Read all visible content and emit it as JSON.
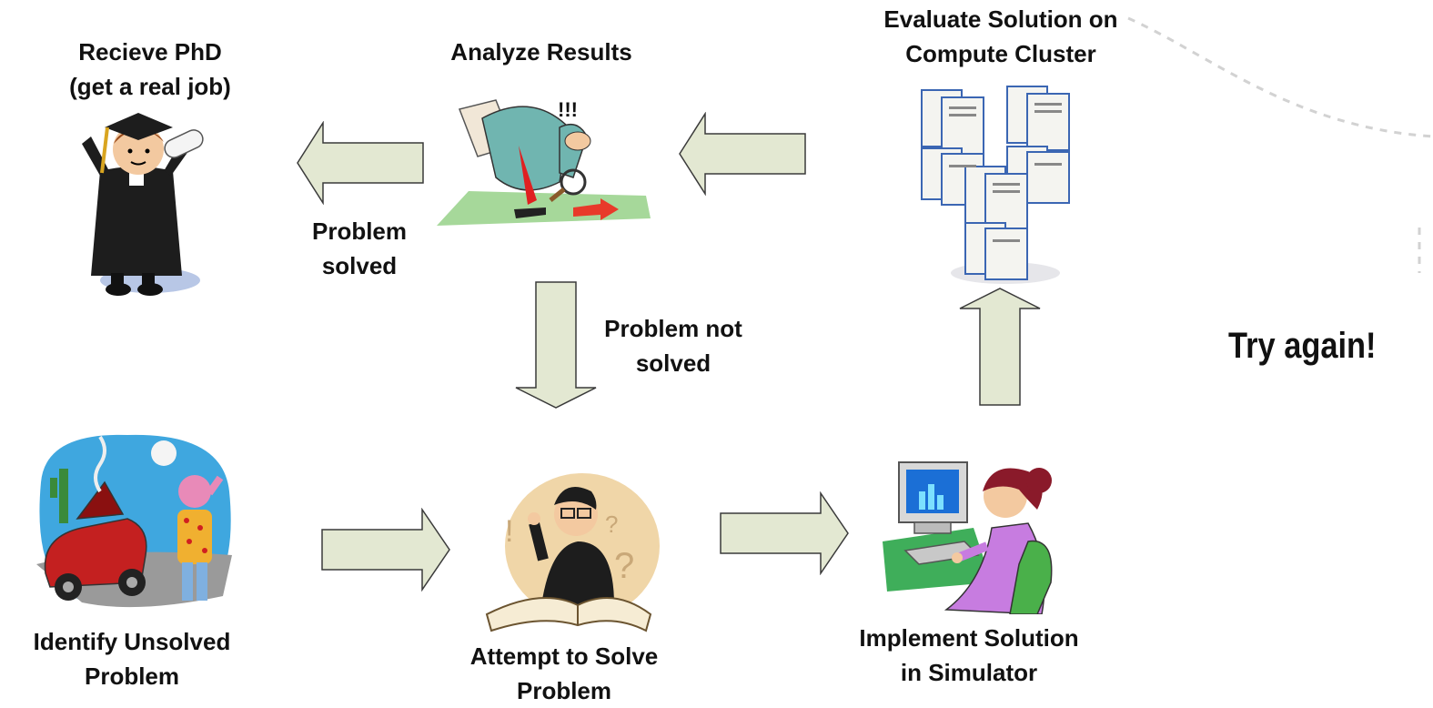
{
  "colors": {
    "arrow_fill": "#e3e8d2",
    "arrow_stroke": "#3a3a3a",
    "text": "#111111"
  },
  "nodes": {
    "receive_phd": {
      "line1": "Recieve PhD",
      "line2": "(get a real job)",
      "icon": "graduate-icon"
    },
    "analyze": {
      "line1": "Analyze Results",
      "icon": "magnifier-inspector-icon"
    },
    "evaluate": {
      "line1": "Evaluate Solution on",
      "line2": "Compute Cluster",
      "icon": "server-cluster-icon"
    },
    "identify": {
      "line1": "Identify Unsolved",
      "line2": "Problem",
      "icon": "broken-car-icon"
    },
    "attempt": {
      "line1": "Attempt to Solve",
      "line2": "Problem",
      "icon": "thinking-reader-icon"
    },
    "implement": {
      "line1": "Implement Solution",
      "line2": "in Simulator",
      "icon": "computer-user-icon"
    }
  },
  "edges": {
    "solved": {
      "line1": "Problem",
      "line2": "solved"
    },
    "not_solved": {
      "line1": "Problem not",
      "line2": "solved"
    }
  },
  "try_again": "Try again!"
}
